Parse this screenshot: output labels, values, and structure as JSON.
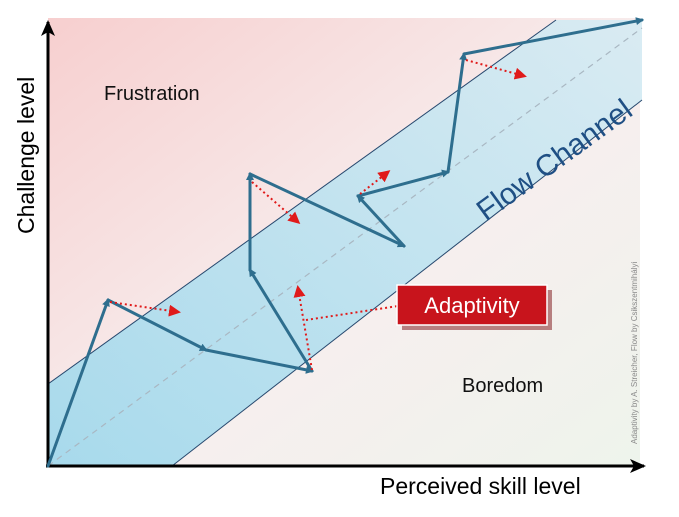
{
  "title": "",
  "regions": {
    "frustration": "Frustration",
    "boredom": "Boredom"
  },
  "flow_channel": {
    "label": "Flow Channel"
  },
  "axes": {
    "x_label": "Perceived skill level",
    "y_label": "Challenge level"
  },
  "callout": {
    "label": "Adaptivity"
  },
  "credit": "Adaptivity by A. Streicher, Flow by Csikszentmihályi",
  "colors": {
    "path": "#2e6e8e",
    "adaptivity": "#e01a1a",
    "callout_fill": "#c8141c",
    "channel_stroke": "#27486e",
    "frustration_tint": "#f7cfcf",
    "boredom_tint": "#eef4ec",
    "channel_fill_low": "#9fd8ec",
    "channel_fill_high": "#cfe8f2"
  },
  "icons": {
    "axis_arrow": "arrowhead-icon",
    "path_arrow": "arrowhead-icon",
    "adaptivity_arrow": "dotted-arrow-icon"
  }
}
